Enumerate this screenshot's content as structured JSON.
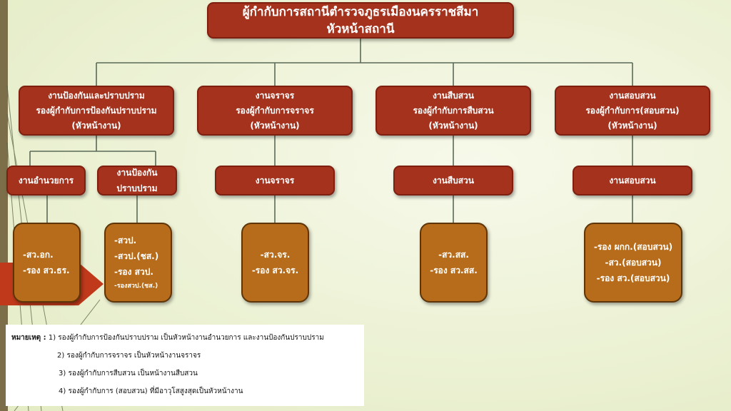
{
  "colors": {
    "box_fill": "#a4321d",
    "staff_fill": "#b66c1a",
    "connector": "#5a6a58",
    "deco_arrow": "#c0391b"
  },
  "head": {
    "line1": "ผู้กำกับการสถานีตำรวจภูธรเมืองนครราชสีมา",
    "line2": "หัวหน้าสถานี"
  },
  "divisions": [
    {
      "name": "งานป้องกันและปราบปราม",
      "deputy": "รองผู้กำกับการป้องกันปราบปราม",
      "role": "(หัวหน้างาน)",
      "units": [
        {
          "lines": [
            "งานอำนวยการ"
          ],
          "staff": [
            "-สว.อก.",
            "-รอง สว.ธร."
          ]
        },
        {
          "lines": [
            "งานป้องกัน",
            "ปราบปราม"
          ],
          "staff": [
            "-สวป.",
            "-สวป.(ชส.)",
            "-รอง สวป.",
            "-รองสวป.(ชส.)"
          ]
        }
      ]
    },
    {
      "name": "งานจราจร",
      "deputy": "รองผู้กำกับการจราจร",
      "role": "(หัวหน้างาน)",
      "units": [
        {
          "lines": [
            "งานจราจร"
          ],
          "staff": [
            "-สว.จร.",
            "-รอง สว.จร."
          ]
        }
      ]
    },
    {
      "name": "งานสืบสวน",
      "deputy": "รองผู้กำกับการสืบสวน",
      "role": "(หัวหน้างาน)",
      "units": [
        {
          "lines": [
            "งานสืบสวน"
          ],
          "staff": [
            "-สว.สส.",
            "-รอง สว.สส."
          ]
        }
      ]
    },
    {
      "name": "งานสอบสวน",
      "deputy": "รองผู้กำกับการ(สอบสวน)",
      "role": "(หัวหน้างาน)",
      "units": [
        {
          "lines": [
            "งานสอบสวน"
          ],
          "staff": [
            "-รอง ผกก.(สอบสวน)",
            "-สว.(สอบสวน)",
            "-รอง สว.(สอบสวน)"
          ]
        }
      ]
    }
  ],
  "notes": {
    "label": "หมายเหตุ :",
    "items": [
      "1) รองผู้กำกับการป้องกันปราบปราม เป็นหัวหน้างานอำนวยการ และงานป้องกันปราบปราม",
      "2) รองผู้กำกับการจราจร เป็นหัวหน้างานจราจร",
      "3) รองผู้กำกับการสืบสวน เป็นหน้างานสืบสวน",
      "4) รองผู้กำกับการ (สอบสวน) ที่มีอาวุโสสูงสุดเป็นหัวหน้างาน"
    ]
  }
}
